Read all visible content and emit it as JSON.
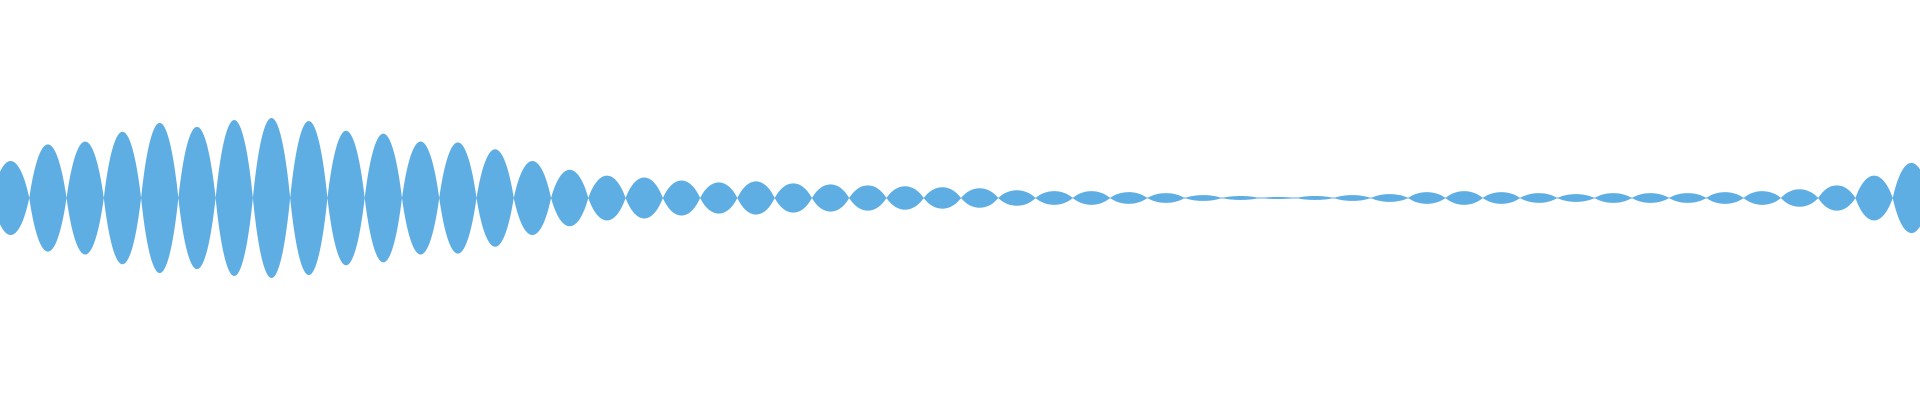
{
  "waveform": {
    "fill_color": "#5faee3",
    "background_color": "#ffffff",
    "lobe_count": 52,
    "lobe_amplitudes": [
      0.38,
      0.55,
      0.58,
      0.68,
      0.77,
      0.73,
      0.8,
      0.82,
      0.79,
      0.69,
      0.66,
      0.58,
      0.57,
      0.5,
      0.38,
      0.29,
      0.23,
      0.21,
      0.18,
      0.16,
      0.17,
      0.15,
      0.14,
      0.13,
      0.12,
      0.11,
      0.1,
      0.08,
      0.07,
      0.07,
      0.06,
      0.05,
      0.03,
      0.02,
      0.01,
      0.02,
      0.03,
      0.04,
      0.06,
      0.07,
      0.06,
      0.05,
      0.04,
      0.05,
      0.05,
      0.05,
      0.06,
      0.07,
      0.09,
      0.13,
      0.23,
      0.36
    ]
  }
}
